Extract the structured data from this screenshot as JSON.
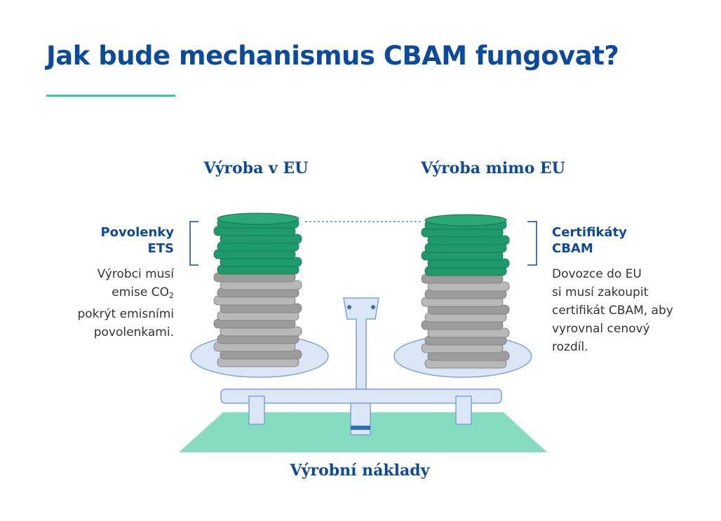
{
  "title": "Jak bude mechanismus CBAM fungovat?",
  "columns": {
    "left_heading": "Výroba v EU",
    "right_heading": "Výroba mimo EU"
  },
  "left_panel": {
    "label_line1": "Povolenky",
    "label_line2": "ETS",
    "text_line1": "Výrobci musí",
    "text_line2_pre": "emise CO",
    "text_line2_sub": "2",
    "text_line3": "pokrýt emisními",
    "text_line4": "povolenkami."
  },
  "right_panel": {
    "label_line1": "Certifikáty",
    "label_line2": "CBAM",
    "text_line1": "Dovozce do EU",
    "text_line2": "si musí zakoupit",
    "text_line3": "certifikát CBAM, aby",
    "text_line4": "vyrovnal cenový",
    "text_line5": "rozdíl."
  },
  "base_label": "Výrobní náklady",
  "colors": {
    "brand_blue": "#0b4a9e",
    "accent_green": "#2ccf98",
    "platform": "#86dcc0",
    "coin_green": "#1e9a6c",
    "coin_silver": "#a9a9a9"
  }
}
